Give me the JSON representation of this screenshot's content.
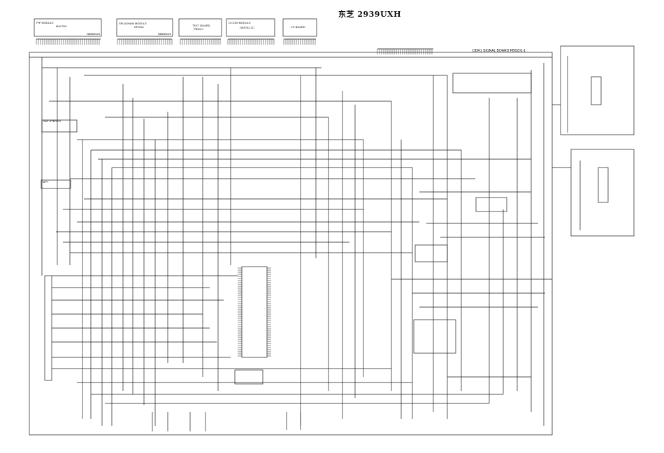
{
  "title": "东芝 2939UXH",
  "board": {
    "label": "DDR1 SIGNAL BOARD PB6201-1"
  },
  "modules": [
    {
      "line1": "PIP MODULE",
      "line2": "MAC310",
      "line3": "NB850023"
    },
    {
      "line1": "SPLASHAM MODULE",
      "line2": "NF0211",
      "line3": "NB850029"
    },
    {
      "line1": "TEXT BOARD",
      "line2": "PB5017",
      "line3": ""
    },
    {
      "line1": "D-COM MODULE",
      "line2": "DE8762-2C",
      "line3": ""
    },
    {
      "line1": "LTI BOARD",
      "line2": "",
      "line3": ""
    }
  ],
  "blocks": {
    "sat_stereo": "SAT STEREO",
    "mpt": "MPT"
  },
  "colors": {
    "ink": "#1a1a1a",
    "paper": "#ffffff"
  }
}
